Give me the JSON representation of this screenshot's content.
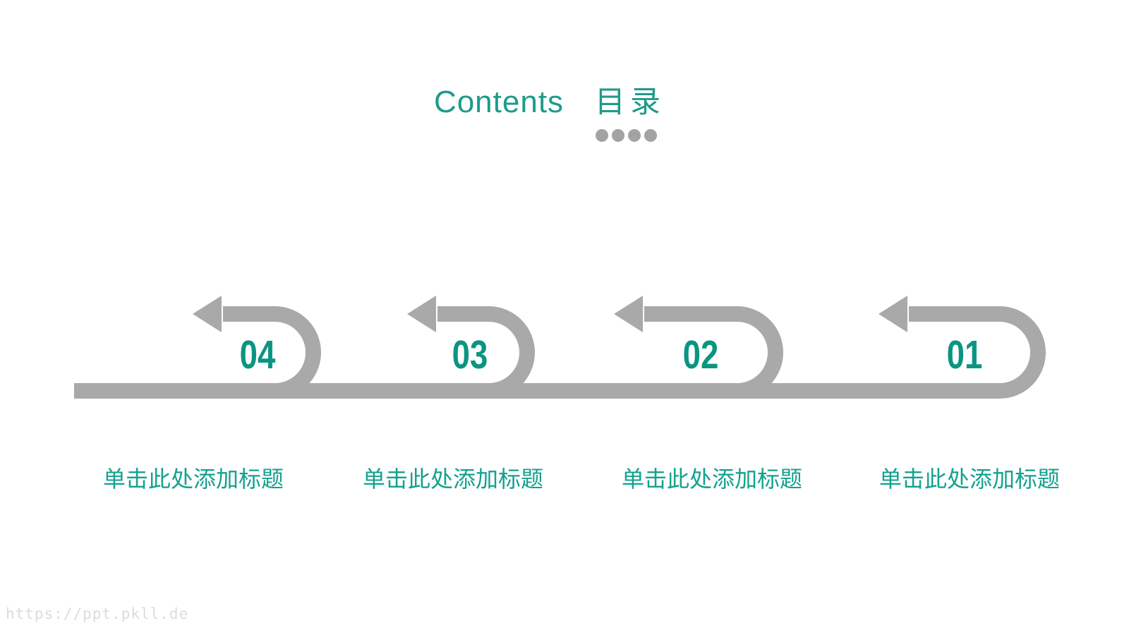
{
  "slide": {
    "title_en": "Contents",
    "title_zh": "目录",
    "items": [
      {
        "number": "04",
        "label": "单击此处添加标题"
      },
      {
        "number": "03",
        "label": "单击此处添加标题"
      },
      {
        "number": "02",
        "label": "单击此处添加标题"
      },
      {
        "number": "01",
        "label": "单击此处添加标题"
      }
    ],
    "watermark": "https://ppt.pkll.de",
    "icons": {
      "loop_arrow": "u-turn-left-arrow",
      "title_dots": "four-dots-ornament"
    },
    "colors": {
      "teal_title": "#1f9a8b",
      "teal_number": "#0a9582",
      "teal_label": "#14a18f",
      "arrow_gray": "#a9a9a9",
      "dot_gray": "#a3a3a3",
      "watermark_gray": "#dcdcdc"
    }
  }
}
